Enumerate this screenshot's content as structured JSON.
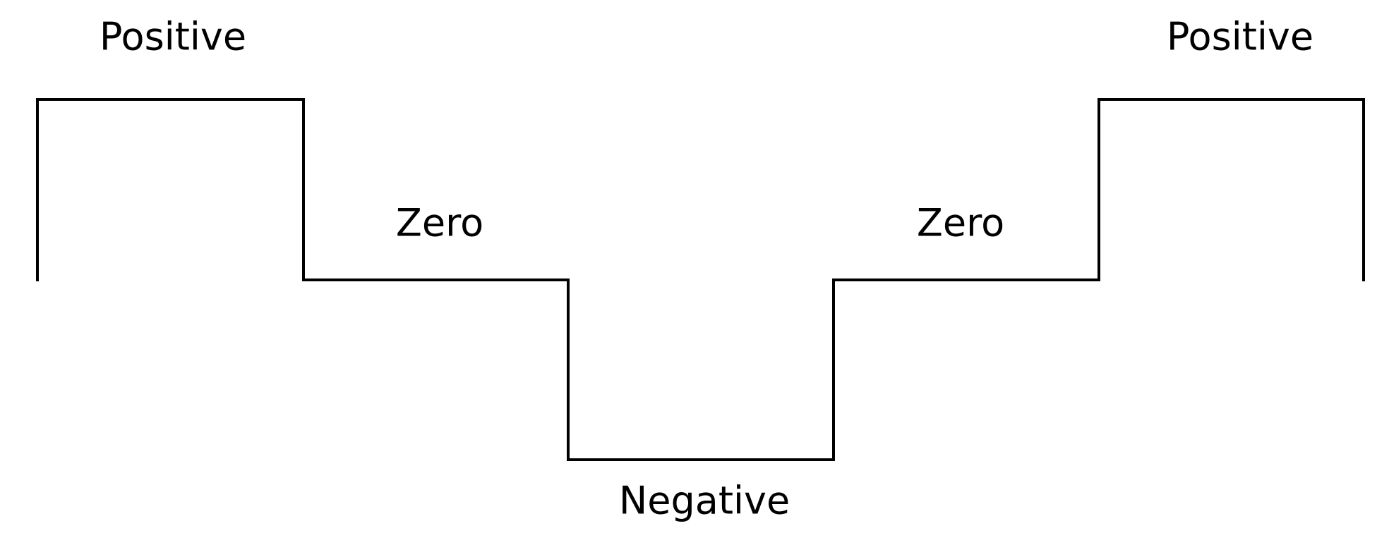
{
  "labels": {
    "positive_left": "Positive",
    "zero_left": "Zero",
    "negative": "Negative",
    "zero_right": "Zero",
    "positive_right": "Positive"
  },
  "colors": {
    "line": "#000000",
    "background": "#ffffff"
  }
}
